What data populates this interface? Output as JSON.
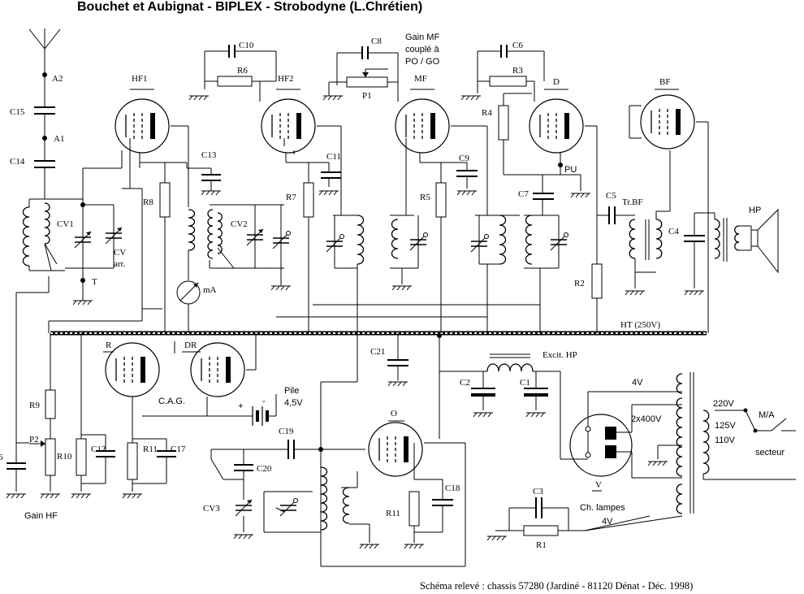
{
  "title": "Bouchet et Aubignat - BIPLEX -  Strobodyne  (L.Chrétien)",
  "footer": "Schéma relevé :  chassis 57280  (Jardiné - 81120 Dénat - Déc. 1998)",
  "tubes": {
    "hf1": "HF1",
    "hf2": "HF2",
    "mf": "MF",
    "d": "D",
    "bf": "BF",
    "r": "R",
    "dr": "DR",
    "o": "O",
    "v": "V"
  },
  "components": {
    "a2": "A2",
    "a1": "A1",
    "c15": "C15",
    "c14": "C14",
    "c10": "C10",
    "r6": "R6",
    "c8": "C8",
    "p1": "P1",
    "c6": "C6",
    "r3": "R3",
    "r4": "R4",
    "c13": "C13",
    "r8": "R8",
    "c11": "C11",
    "r7": "R7",
    "c9": "C9",
    "r5": "R5",
    "c7": "C7",
    "pu": "PU",
    "c5": "C5",
    "tr_bf": "Tr.BF",
    "c4": "C4",
    "hp": "HP",
    "cv1": "CV1",
    "cv_arr_1": "CV",
    "cv_arr_2": "arr.",
    "t": "T",
    "cv2": "CV2",
    "ma": "mA",
    "r2": "R2",
    "r9": "R9",
    "p2": "P2",
    "r10": "R10",
    "c12": "C12",
    "r11a": "R11",
    "c17": "C17",
    "c16": "6",
    "c21": "C21",
    "excit": "Excit. HP",
    "c2": "C2",
    "c1": "C1",
    "c19": "C19",
    "c20": "C20",
    "cv3": "CV3",
    "r11b": "R11",
    "c18": "C18",
    "c3": "C3",
    "r1": "R1",
    "v4_top": "4V",
    "v2x400": "2x400V",
    "ch_lampes": "Ch. lampes",
    "v4_bot": "4V",
    "v220": "220V",
    "v125": "125V",
    "v110": "110V",
    "ma_switch": "M/A",
    "secteur": "secteur"
  },
  "notes": {
    "gain_mf_1": "Gain MF",
    "gain_mf_2": "couplé à",
    "gain_mf_3": "PO / GO",
    "ht": "HT  (250V)",
    "cag": "C.A.G.",
    "pile_1": "Pile",
    "pile_2": "4,5V",
    "gain_hf": "Gain HF",
    "plus": "+",
    "minus": "-"
  }
}
